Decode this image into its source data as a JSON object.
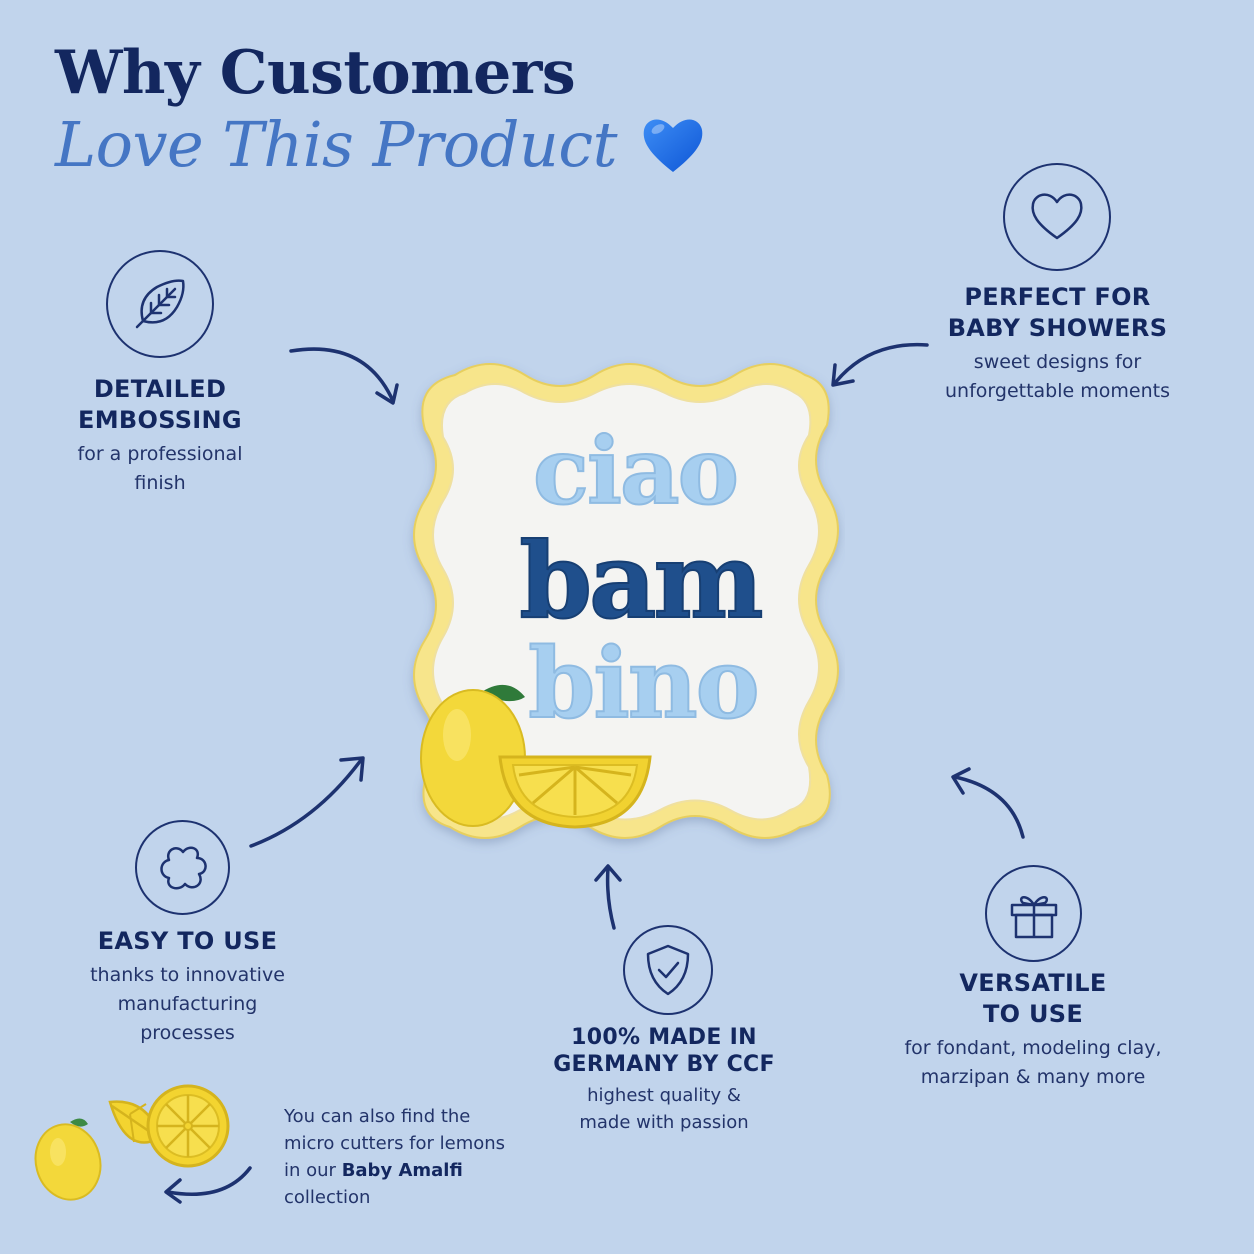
{
  "header": {
    "title_line1": "Why Customers",
    "title_line2": "Love This Product",
    "heart_icon": "blue-heart-emoji"
  },
  "colors": {
    "background": "#c1d4ec",
    "navy": "#13275f",
    "accent_blue": "#4576c4",
    "plaque_yellow": "#f7e58b",
    "plaque_white": "#f4f4f2",
    "letters_light": "#a7cff0",
    "letters_dark": "#1f4f8c"
  },
  "product": {
    "line1": "ciao",
    "line2": "bam",
    "line3": "bino"
  },
  "features": {
    "embossing": {
      "icon": "leaf-icon",
      "title": "DETAILED\nEMBOSSING",
      "desc": "for a professional\nfinish"
    },
    "baby_showers": {
      "icon": "heart-icon",
      "title": "PERFECT FOR\nBABY SHOWERS",
      "desc": "sweet designs for\nunforgettable moments"
    },
    "easy": {
      "icon": "flower-shape-icon",
      "title": "EASY TO USE",
      "desc": "thanks to innovative\nmanufacturing\nprocesses"
    },
    "germany": {
      "icon": "shield-check-icon",
      "title": "100% MADE IN\nGERMANY BY CCF",
      "desc": "highest quality &\nmade with passion"
    },
    "versatile": {
      "icon": "gift-icon",
      "title": "VERSATILE\nTO USE",
      "desc": "for fondant, modeling clay,\nmarzipan & many more"
    }
  },
  "note": {
    "text_before": "You can also find the micro cutters for lemons in our ",
    "highlight": "Baby Amalfi",
    "text_after": " collection"
  }
}
